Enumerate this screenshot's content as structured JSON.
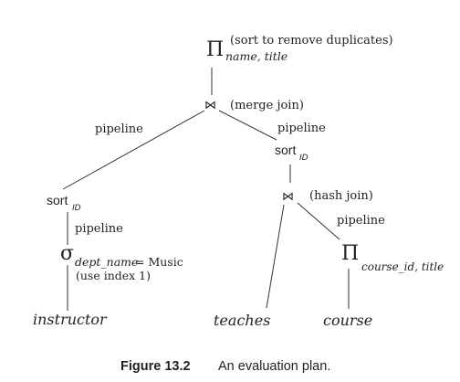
{
  "figure": {
    "caption_label": "Figure 13.2",
    "caption_text": "An evaluation plan."
  },
  "nodes": {
    "projection_top": {
      "symbol": "Π",
      "subscript": "name, title",
      "note": "(sort to remove duplicates)"
    },
    "merge_join": {
      "symbol": "⋈",
      "label": "(merge join)"
    },
    "sort_left": {
      "op": "sort",
      "subscript": "ID"
    },
    "sort_right": {
      "op": "sort",
      "subscript": "ID"
    },
    "selection": {
      "symbol": "σ",
      "subscript": "dept_name",
      "condition": "= Music",
      "note": "(use index 1)"
    },
    "hash_join": {
      "symbol": "⋈",
      "label": "(hash join)"
    },
    "projection_course": {
      "symbol": "Π",
      "subscript": "course_id, title"
    },
    "instructor": {
      "label": "instructor"
    },
    "teaches": {
      "label": "teaches"
    },
    "course": {
      "label": "course"
    }
  },
  "edge_labels": {
    "merge_left": "pipeline",
    "merge_right": "pipeline",
    "sort_to_select": "pipeline",
    "hash_to_project": "pipeline"
  }
}
